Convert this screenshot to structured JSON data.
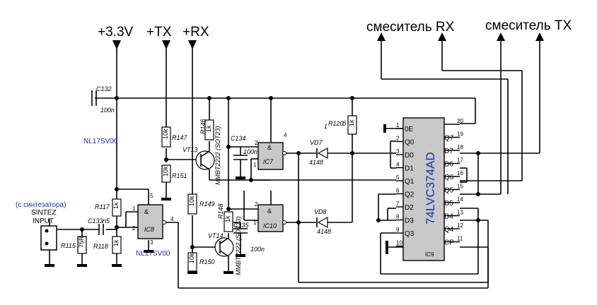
{
  "rails": {
    "v33": "+3.3V",
    "tx": "+TX",
    "rx": "+RX"
  },
  "mixers": {
    "rx": "смеситель RX",
    "tx": "смеситель TX"
  },
  "input": {
    "source": "(с синтезатора)",
    "title_line1": "SINTEZ",
    "title_line2": "INPUT"
  },
  "colors": {
    "chip_fill": "#c8c8c8",
    "blue_label": "#1a2fb8"
  },
  "parts": {
    "c132": "C132",
    "c132_val": "100n",
    "c133": "C133",
    "c133_val": "n5",
    "c134": "C134",
    "c134_val": "100n",
    "c135": "C135",
    "c135_val": "100n",
    "r115": "R115",
    "r115_val": "75R",
    "r117": "R117",
    "r117_val": "1k",
    "r118": "R118",
    "r118_val": "1k",
    "r146": "R146",
    "r146_val": "1k",
    "r147": "R147",
    "r147_val": "10k",
    "r148": "R148",
    "r148_val": "1k",
    "r149": "R149",
    "r149_val": "10k",
    "r150": "R150",
    "r150_val": "10k",
    "r151": "R151",
    "r151_val": "10k",
    "r120": "R120",
    "r120_val": "1k",
    "r120_prefix": "1",
    "r120_suffix": "б",
    "vt13": "VT13",
    "vt13_type": "MMBT2222 (SOT23)",
    "vt14": "VT14",
    "vt14_type": "MMBT2222 (SOT23)",
    "vd7": "VD7",
    "vd7_val": "4148",
    "vd8": "VD8",
    "vd8_val": "4148"
  },
  "gates": {
    "ic8": "IC8",
    "ic8_type": "NL17SV00",
    "ic8_type_top": "NL17SV00",
    "ic7": "IC7",
    "ic10": "IC10",
    "and_symbol": "&"
  },
  "chip": {
    "name": "74LVC374AD",
    "ref": "IC9",
    "left_pins": [
      {
        "num": "1",
        "label": "0E"
      },
      {
        "num": "2",
        "label": "Q0"
      },
      {
        "num": "3",
        "label": "D0"
      },
      {
        "num": "4",
        "label": "D1"
      },
      {
        "num": "5",
        "label": "Q1"
      },
      {
        "num": "6",
        "label": "Q2"
      },
      {
        "num": "7",
        "label": "D2"
      },
      {
        "num": "8",
        "label": "D3"
      },
      {
        "num": "9",
        "label": "Q3"
      },
      {
        "num": "10",
        "label": ""
      }
    ],
    "right_pins": [
      {
        "num": "20",
        "label": ""
      },
      {
        "num": "19",
        "label": "Q7"
      },
      {
        "num": "18",
        "label": "D7"
      },
      {
        "num": "17",
        "label": "D6"
      },
      {
        "num": "16",
        "label": "Q6"
      },
      {
        "num": "15",
        "label": "Q5"
      },
      {
        "num": "14",
        "label": "D5"
      },
      {
        "num": "13",
        "label": "D4"
      },
      {
        "num": "12",
        "label": "Q4"
      },
      {
        "num": "11",
        "label": "CP"
      }
    ]
  },
  "gate_pins": {
    "ic8": [
      "1",
      "2",
      "4",
      "5",
      "3"
    ],
    "ic7": [
      "2",
      "1",
      "4"
    ],
    "ic10": [
      "2",
      "1"
    ]
  }
}
